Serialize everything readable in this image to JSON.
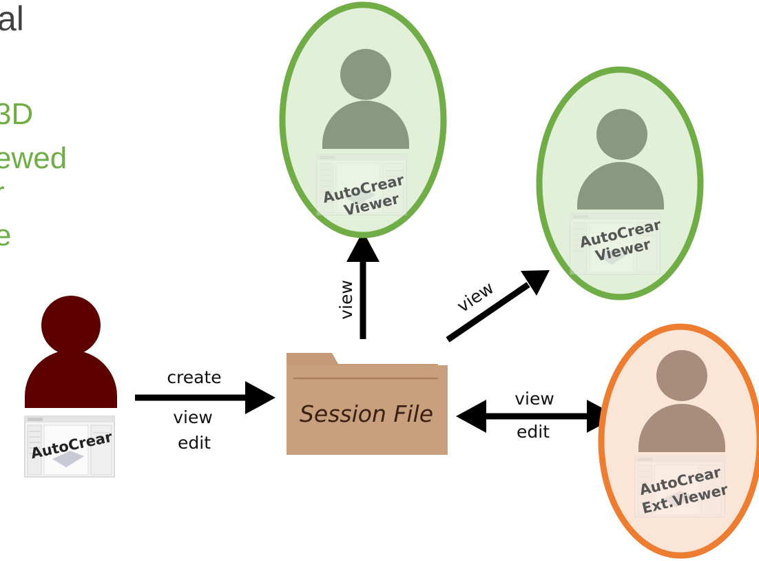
{
  "slide": {
    "heading_fragment": "al",
    "green_text_fragments": [
      "3D",
      "ewed",
      "r",
      "e"
    ]
  },
  "creator": {
    "app_label": "AutoCrear"
  },
  "arrows": {
    "create_label": "create",
    "creator_view_label": "view",
    "creator_edit_label": "edit",
    "up_view_label": "view",
    "diag_view_label": "view",
    "ext_view_label": "view",
    "ext_edit_label": "edit"
  },
  "session_file": {
    "label": "Session File"
  },
  "viewer_top": {
    "line1": "AutoCrear",
    "line2": "Viewer"
  },
  "viewer_right": {
    "line1": "AutoCrear",
    "line2": "Viewer"
  },
  "ext_viewer": {
    "line1": "AutoCrear",
    "line2": "Ext.Viewer"
  },
  "colors": {
    "green_accent": "#70ad47",
    "viewer_fill": "#e2efd9",
    "ext_border": "#ed7d31",
    "ext_fill": "#fbe5d6",
    "creator_person": "#5c0000",
    "folder": "#c8a080",
    "heading_gray": "#404040"
  }
}
